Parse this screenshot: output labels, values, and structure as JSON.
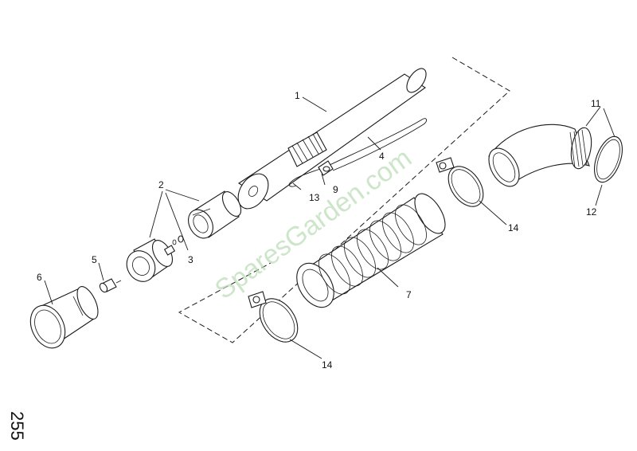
{
  "watermark": "SparesGarden.com",
  "page_number": "255",
  "callouts": {
    "c1": "1",
    "c2": "2",
    "c3": "3",
    "c4": "4",
    "c5": "5",
    "c6": "6",
    "c7": "7",
    "c9": "9",
    "c11": "11",
    "c12": "12",
    "c13": "13",
    "c14a": "14",
    "c14b": "14"
  },
  "colors": {
    "line": "#1a1a1a",
    "watermark": "#b9dcb4",
    "background": "#ffffff"
  }
}
